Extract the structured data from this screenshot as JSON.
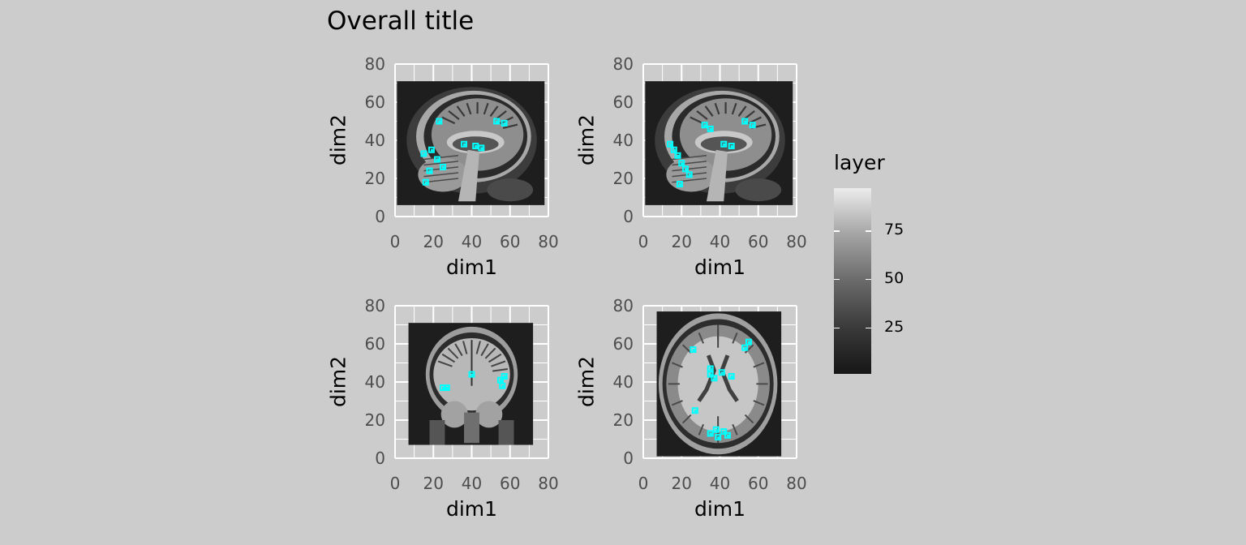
{
  "title": "Overall title",
  "chart_data": [
    {
      "type": "heatmap",
      "view": "sagittal",
      "xlabel": "dim1",
      "ylabel": "dim2",
      "xlim": [
        0,
        80
      ],
      "ylim": [
        0,
        80
      ],
      "x_ticks": [
        "0",
        "20",
        "40",
        "60",
        "80"
      ],
      "y_ticks": [
        "0",
        "20",
        "40",
        "60",
        "80"
      ],
      "image_extent": {
        "x": [
          1,
          78
        ],
        "y": [
          6,
          71
        ]
      },
      "overlay_color": "#00ffff",
      "overlay_blobs": [
        [
          23,
          50
        ],
        [
          53,
          50
        ],
        [
          57,
          49
        ],
        [
          15,
          33
        ],
        [
          19,
          35
        ],
        [
          22,
          30
        ],
        [
          25,
          26
        ],
        [
          18,
          24
        ],
        [
          16,
          18
        ],
        [
          42,
          37
        ],
        [
          45,
          36
        ],
        [
          36,
          38
        ]
      ]
    },
    {
      "type": "heatmap",
      "view": "sagittal",
      "xlabel": "dim1",
      "ylabel": "dim2",
      "xlim": [
        0,
        80
      ],
      "ylim": [
        0,
        80
      ],
      "x_ticks": [
        "0",
        "20",
        "40",
        "60",
        "80"
      ],
      "y_ticks": [
        "0",
        "20",
        "40",
        "60",
        "80"
      ],
      "image_extent": {
        "x": [
          1,
          78
        ],
        "y": [
          6,
          71
        ]
      },
      "overlay_color": "#00ffff",
      "overlay_blobs": [
        [
          53,
          50
        ],
        [
          57,
          48
        ],
        [
          32,
          48
        ],
        [
          35,
          46
        ],
        [
          14,
          38
        ],
        [
          16,
          35
        ],
        [
          18,
          32
        ],
        [
          20,
          28
        ],
        [
          22,
          25
        ],
        [
          24,
          22
        ],
        [
          19,
          17
        ],
        [
          42,
          38
        ],
        [
          46,
          37
        ]
      ]
    },
    {
      "type": "heatmap",
      "view": "coronal",
      "xlabel": "dim1",
      "ylabel": "dim2",
      "xlim": [
        0,
        80
      ],
      "ylim": [
        0,
        80
      ],
      "x_ticks": [
        "0",
        "20",
        "40",
        "60",
        "80"
      ],
      "y_ticks": [
        "0",
        "20",
        "40",
        "60",
        "80"
      ],
      "image_extent": {
        "x": [
          7,
          72
        ],
        "y": [
          7,
          71
        ]
      },
      "overlay_color": "#00ffff",
      "overlay_blobs": [
        [
          25,
          37
        ],
        [
          27,
          37
        ],
        [
          55,
          41
        ],
        [
          57,
          43
        ],
        [
          56,
          38
        ],
        [
          40,
          44
        ]
      ]
    },
    {
      "type": "heatmap",
      "view": "axial",
      "xlabel": "dim1",
      "ylabel": "dim2",
      "xlim": [
        0,
        80
      ],
      "ylim": [
        0,
        80
      ],
      "x_ticks": [
        "0",
        "20",
        "40",
        "60",
        "80"
      ],
      "y_ticks": [
        "0",
        "20",
        "40",
        "60",
        "80"
      ],
      "image_extent": {
        "x": [
          7,
          72
        ],
        "y": [
          1,
          77
        ]
      },
      "overlay_color": "#00ffff",
      "overlay_blobs": [
        [
          26,
          57
        ],
        [
          55,
          61
        ],
        [
          53,
          58
        ],
        [
          35,
          47
        ],
        [
          37,
          42
        ],
        [
          35,
          44
        ],
        [
          41,
          45
        ],
        [
          46,
          43
        ],
        [
          27,
          25
        ],
        [
          35,
          13
        ],
        [
          38,
          15
        ],
        [
          42,
          14
        ],
        [
          44,
          12
        ],
        [
          39,
          11
        ]
      ]
    }
  ],
  "legend": {
    "title": "layer",
    "ticks": [
      {
        "label": "25",
        "value": 25
      },
      {
        "label": "50",
        "value": 50
      },
      {
        "label": "75",
        "value": 75
      }
    ],
    "range": [
      1,
      97
    ],
    "colors": [
      "#161616",
      "#ececec"
    ]
  },
  "colors": {
    "background": "#cccccc",
    "grid": "#ffffff",
    "tick_text": "#4d4d4d",
    "overlay": "#00ffff"
  }
}
